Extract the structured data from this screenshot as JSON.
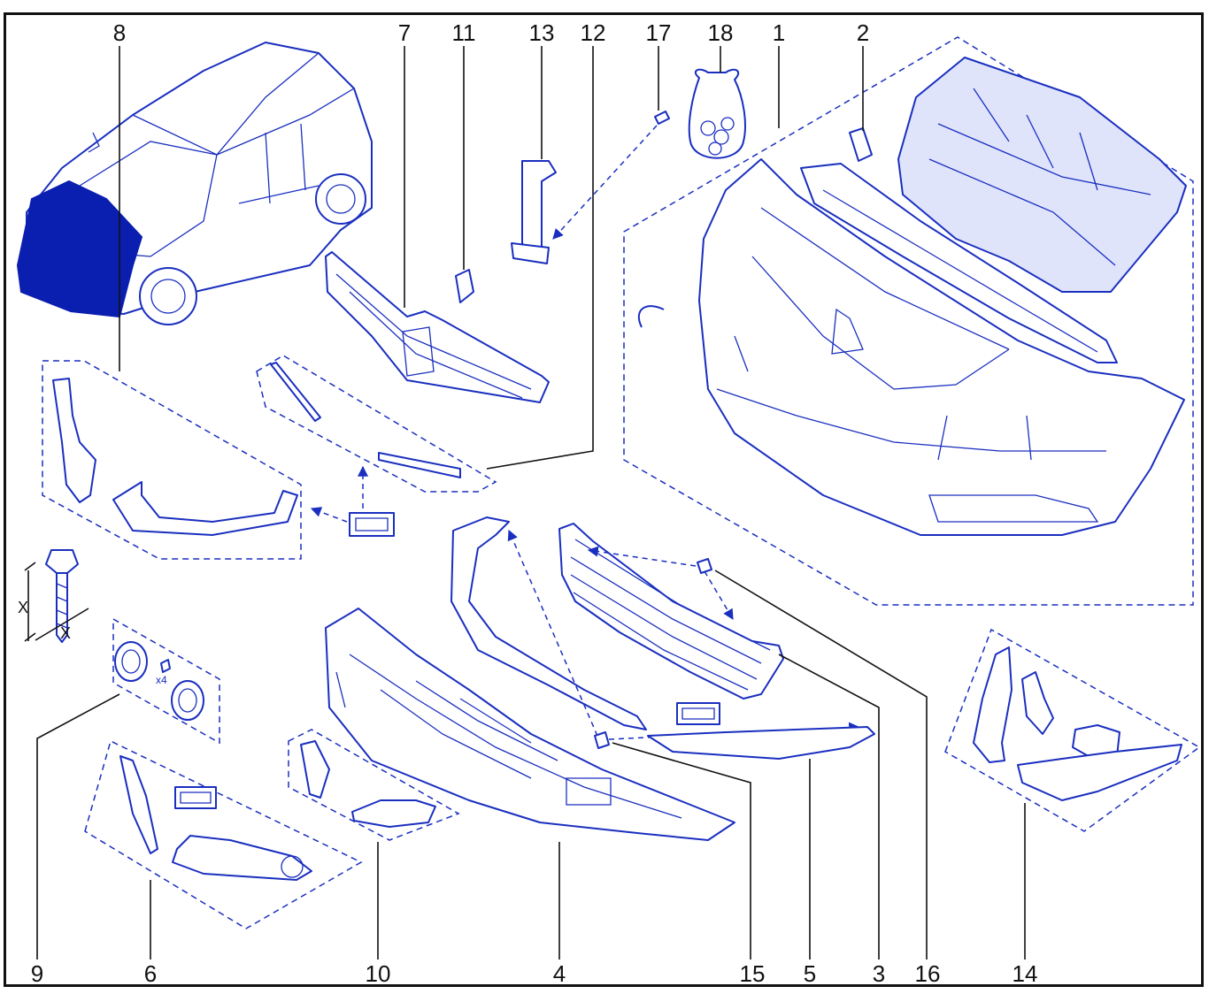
{
  "callouts": {
    "c1": "1",
    "c2": "2",
    "c3": "3",
    "c4": "4",
    "c5": "5",
    "c6": "6",
    "c7": "7",
    "c8": "8",
    "c9": "9",
    "c10": "10",
    "c11": "11",
    "c12": "12",
    "c13": "13",
    "c14": "14",
    "c15": "15",
    "c16": "16",
    "c17": "17",
    "c18": "18"
  },
  "bolt_dimension_label": "X",
  "fastener_quantity": "x4",
  "colors": {
    "line": "#1a2fbf",
    "highlight": "#0a1eb0",
    "callout_text": "#111111",
    "background": "#ffffff"
  }
}
